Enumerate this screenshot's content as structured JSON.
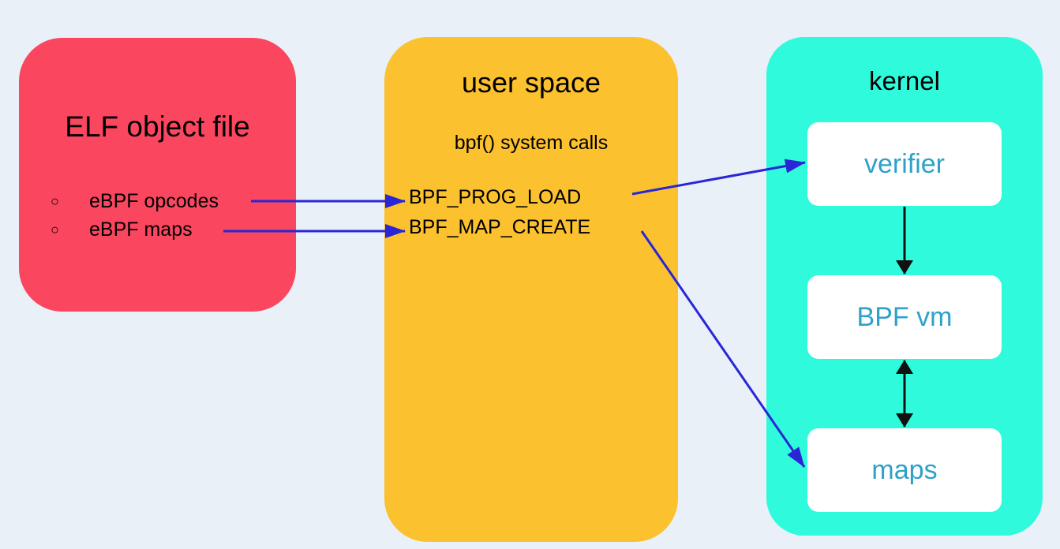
{
  "colors": {
    "background": "#e9f0f8",
    "elf_box": "#fa465e",
    "user_box": "#fbc12e",
    "kernel_box": "#30fadc",
    "inner_text": "#2ea1c9",
    "blue_arrow": "#2a26d6",
    "black_arrow": "#111111"
  },
  "elf": {
    "title": "ELF object file",
    "bullet_glyph": "○",
    "items": [
      "eBPF opcodes",
      "eBPF maps"
    ]
  },
  "user_space": {
    "title": "user space",
    "subtitle": "bpf() system calls",
    "calls": [
      "BPF_PROG_LOAD",
      "BPF_MAP_CREATE"
    ]
  },
  "kernel": {
    "title": "kernel",
    "components": [
      "verifier",
      "BPF vm",
      "maps"
    ]
  }
}
